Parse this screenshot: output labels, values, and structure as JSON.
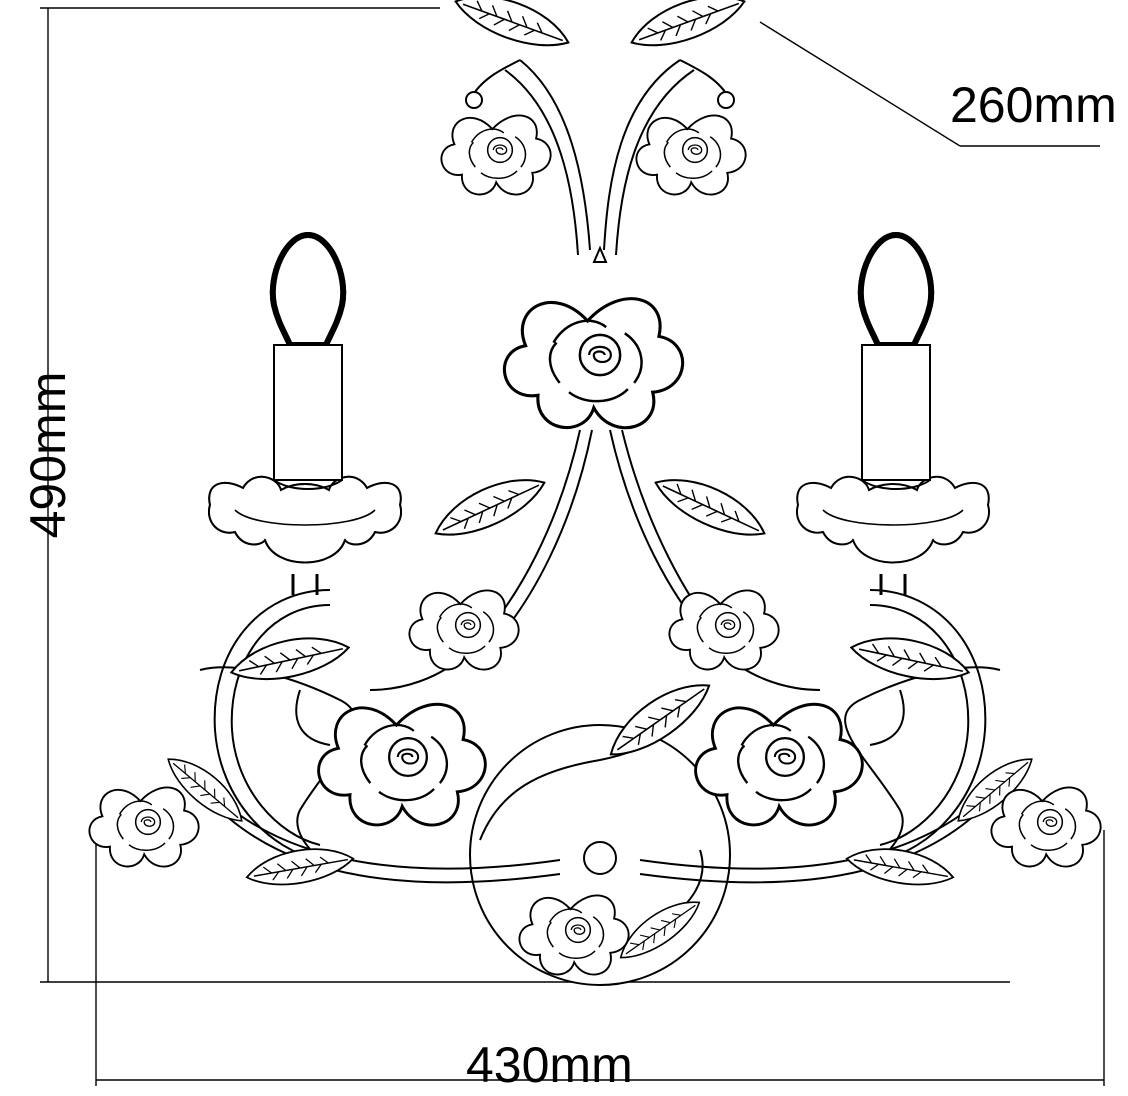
{
  "dimensions": {
    "depth": "260mm",
    "width": "430mm",
    "height": "490mm"
  },
  "colors": {
    "line": "#000000",
    "background": "#ffffff"
  },
  "icons": {
    "bulb": "candle-bulb-icon",
    "rose": "rose-flower-icon",
    "leaf": "leaf-icon"
  }
}
